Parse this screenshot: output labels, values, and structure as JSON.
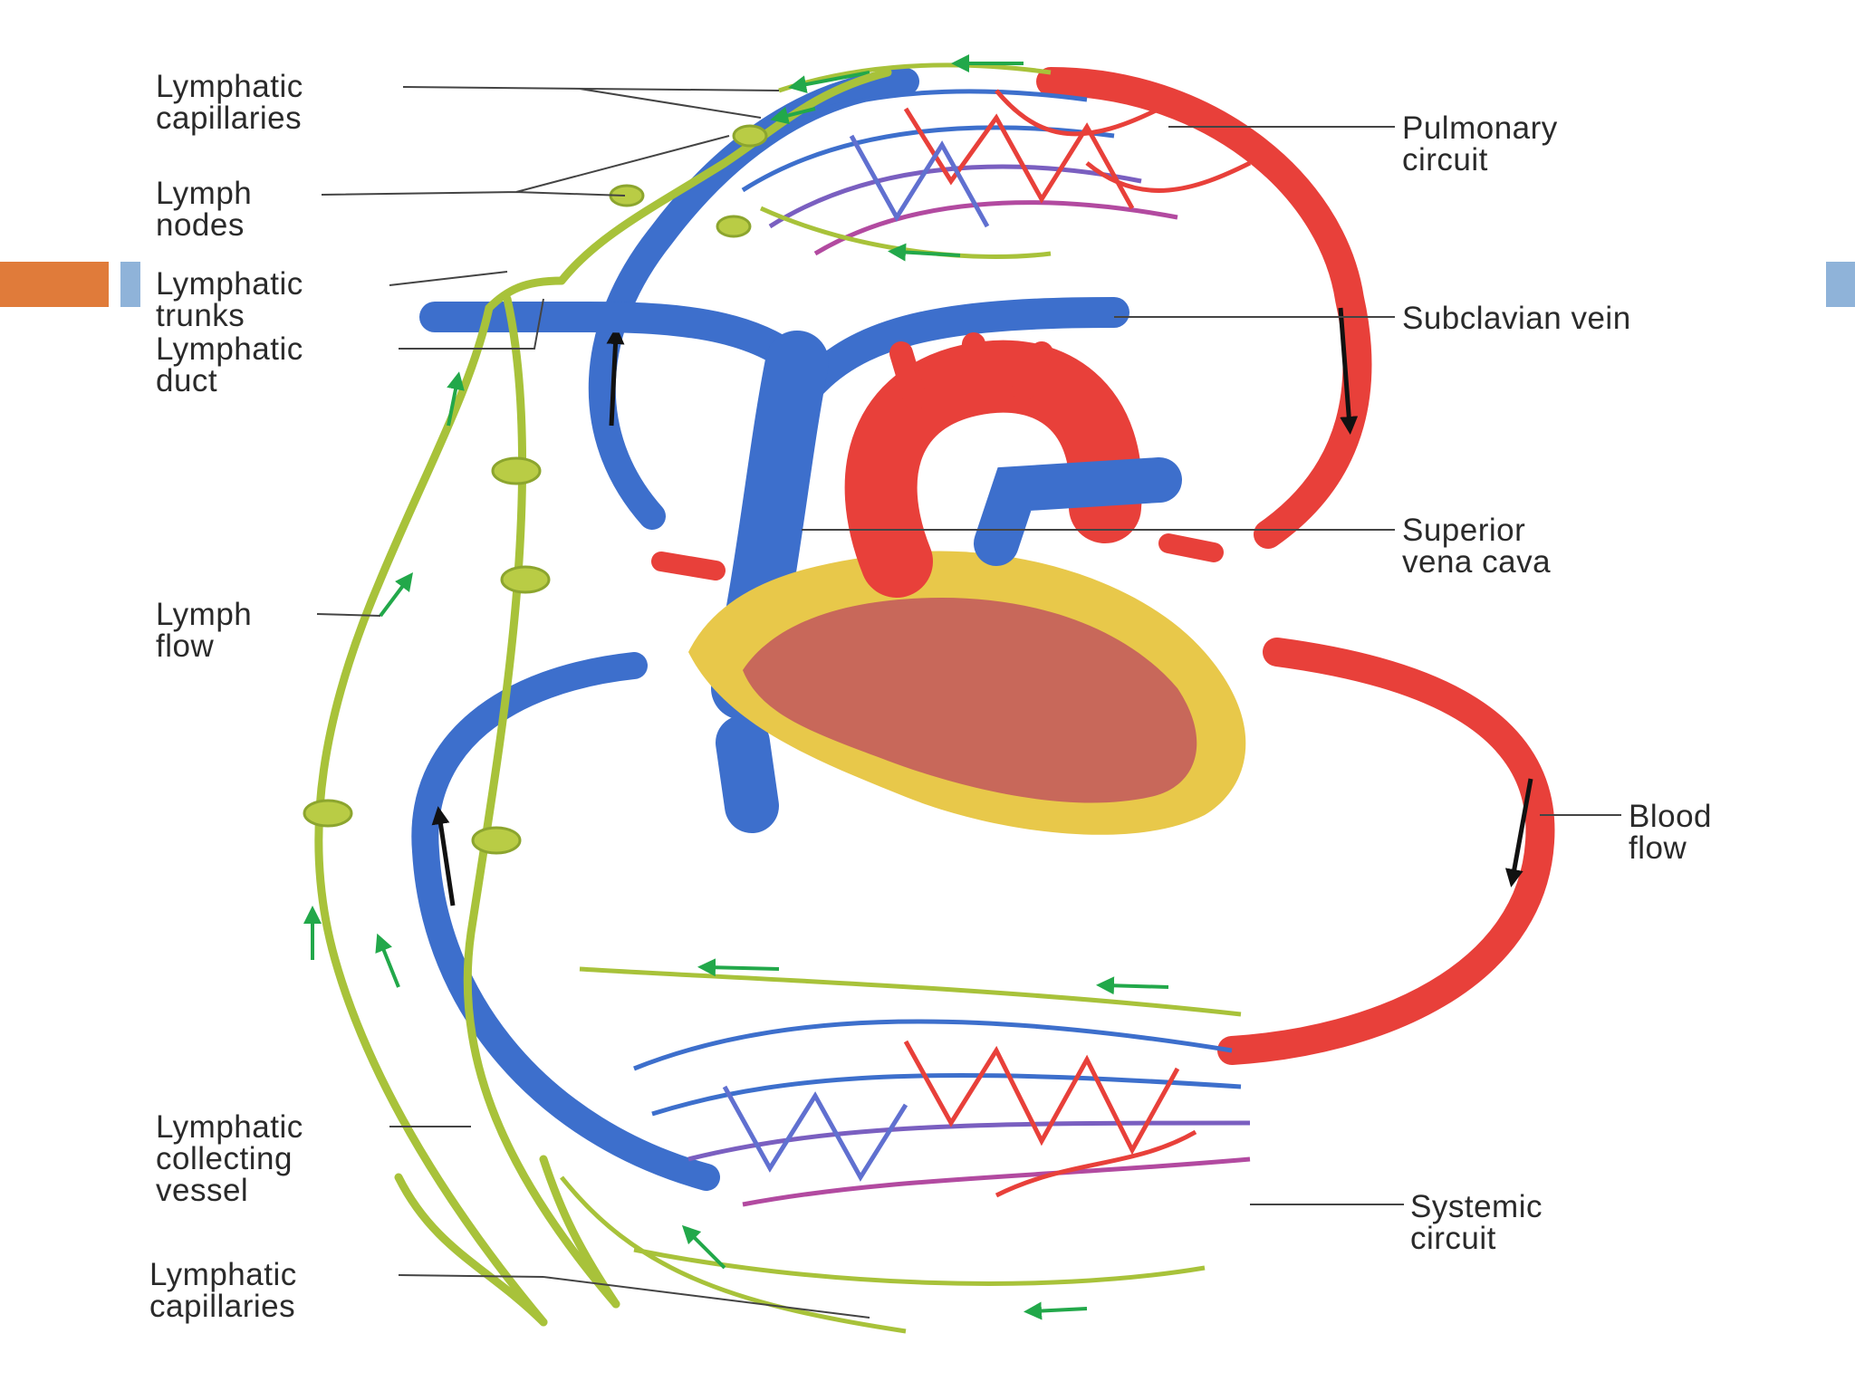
{
  "labels": {
    "lymphatic_capillaries_top": [
      "Lymphatic",
      "capillaries"
    ],
    "lymph_nodes": [
      "Lymph",
      "nodes"
    ],
    "lymphatic_trunks": [
      "Lymphatic",
      "trunks"
    ],
    "lymphatic_duct": [
      "Lymphatic",
      "duct"
    ],
    "lymph_flow": [
      "Lymph",
      "flow"
    ],
    "lymphatic_collecting_vessel": [
      "Lymphatic",
      "collecting",
      "vessel"
    ],
    "lymphatic_capillaries_bottom": [
      "Lymphatic",
      "capillaries"
    ],
    "pulmonary_circuit": [
      "Pulmonary",
      "circuit"
    ],
    "subclavian_vein": [
      "Subclavian vein"
    ],
    "superior_vena_cava": [
      "Superior",
      "vena cava"
    ],
    "blood_flow": [
      "Blood",
      "flow"
    ],
    "systemic_circuit": [
      "Systemic",
      "circuit"
    ]
  },
  "colors": {
    "lymph": "#a8c23a",
    "lymph_node": "#b9cc45",
    "arrow_green": "#22a84a",
    "vein": "#3d6fcc",
    "artery": "#e8403a",
    "heart_muscle": "#c8685a",
    "fat": "#e8c84a",
    "accent_orange": "#e07b3a",
    "accent_blue": "#8fb3d9"
  }
}
